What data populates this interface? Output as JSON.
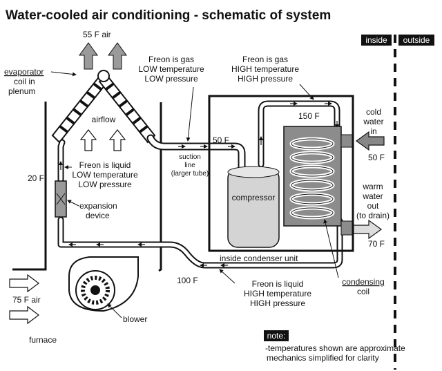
{
  "title": "Water-cooled air conditioning - schematic of system",
  "badges": {
    "inside": "inside",
    "outside": "outside"
  },
  "evaporator": {
    "output_air": "55 F air",
    "label_1": "evaporator",
    "label_2": "coil in",
    "label_3": "plenum",
    "airflow": "airflow"
  },
  "gas_low": {
    "line_1": "Freon is gas",
    "line_2": "LOW temperature",
    "line_3": "LOW pressure"
  },
  "gas_high": {
    "line_1": "Freon is gas",
    "line_2": "HIGH temperature",
    "line_3": "HIGH pressure"
  },
  "liquid_low": {
    "line_1": "Freon is liquid",
    "line_2": "LOW temperature",
    "line_3": "LOW pressure"
  },
  "liquid_high": {
    "line_1": "Freon is liquid",
    "line_2": "HIGH temperature",
    "line_3": "HIGH pressure"
  },
  "temps": {
    "t150": "150 F",
    "t50_line": "50 F",
    "t20": "20 F",
    "t100": "100 F",
    "t50_water": "50 F",
    "t70": "70 F"
  },
  "suction": {
    "line_1": "suction",
    "line_2": "line",
    "line_3": "(larger tube)"
  },
  "compressor": "compressor",
  "expansion": {
    "line_1": "expansion",
    "line_2": "device"
  },
  "cold_water": {
    "line_1": "cold",
    "line_2": "water",
    "line_3": "in"
  },
  "warm_water": {
    "line_1": "warm",
    "line_2": "water",
    "line_3": "out",
    "line_4": "(to drain)"
  },
  "condenser_unit": "inside condenser unit",
  "condensing_coil": {
    "line_1": "condensing",
    "line_2": "coil"
  },
  "blower": "blower",
  "intake_air": "75 F air",
  "furnace": "furnace",
  "note": {
    "heading": "note:",
    "line_1": "-temperatures shown are approximate",
    "line_2": "mechanics simplified for clarity"
  }
}
